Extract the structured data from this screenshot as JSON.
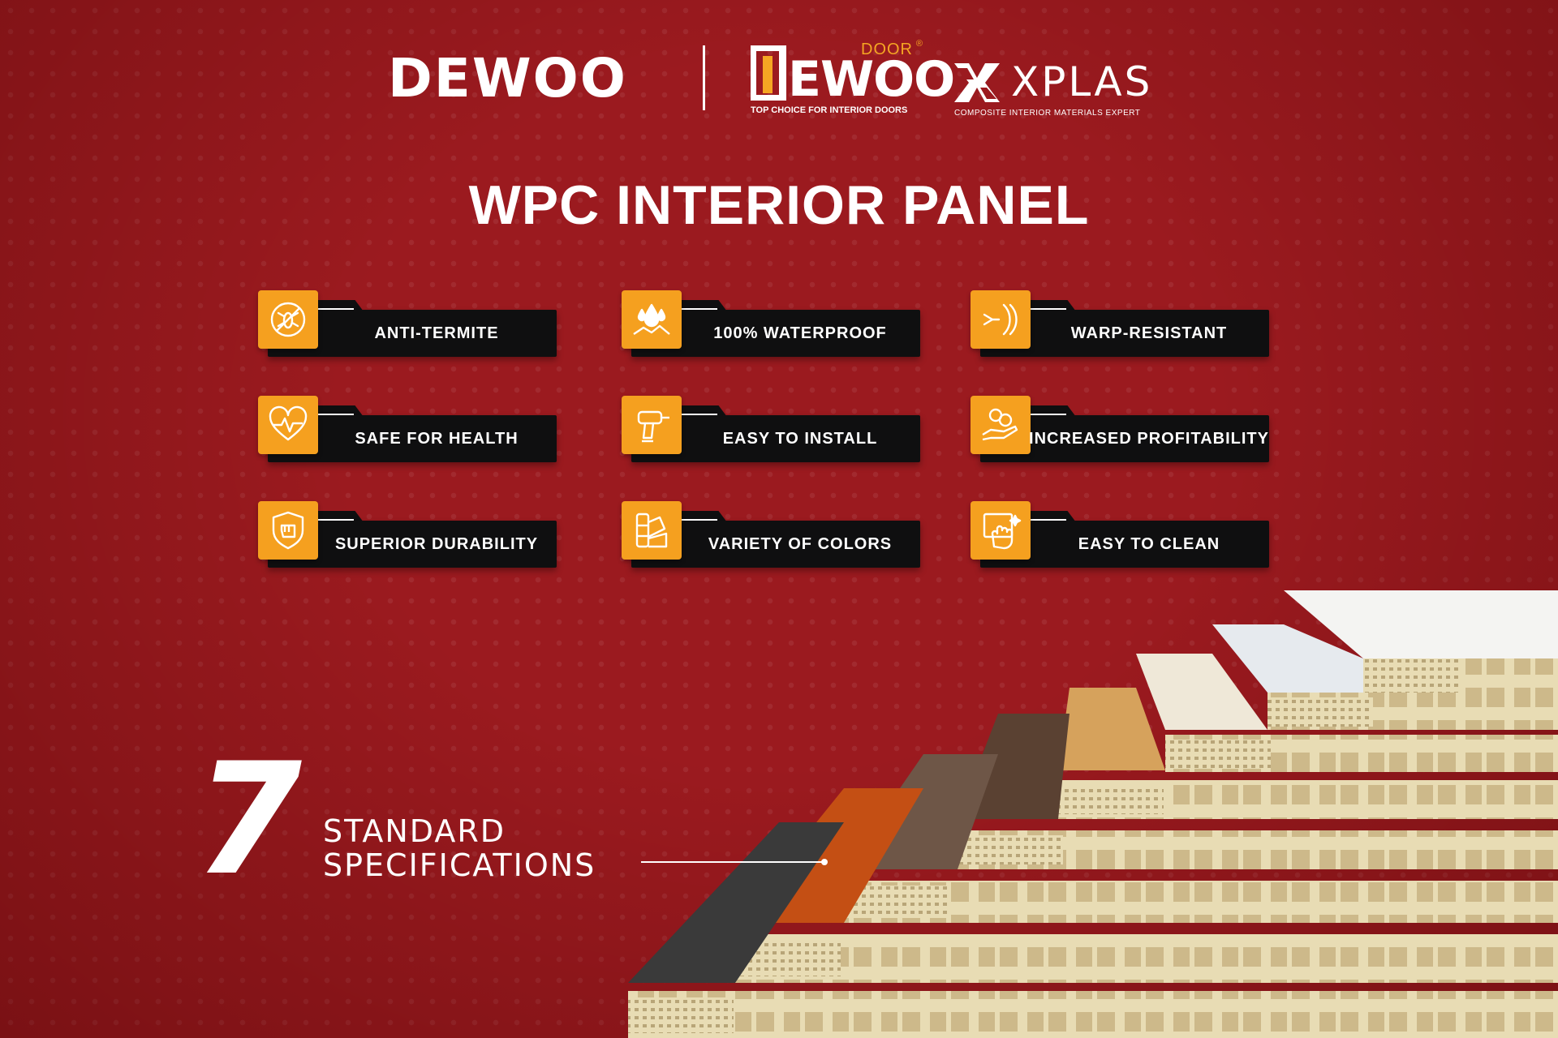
{
  "brands": {
    "dewoo": "DEWOO",
    "dewoo_door": {
      "word": "DOOR",
      "registered": "®",
      "name": "EWOO",
      "tagline": "TOP CHOICE FOR INTERIOR DOORS"
    },
    "xplas": {
      "name": "XPLAS",
      "tagline": "COMPOSITE INTERIOR MATERIALS EXPERT"
    }
  },
  "title": "WPC INTERIOR PANEL",
  "features": [
    {
      "label": "ANTI-TERMITE",
      "icon": "no-termite-icon"
    },
    {
      "label": "100% WATERPROOF",
      "icon": "water-drops-icon"
    },
    {
      "label": "WARP-RESISTANT",
      "icon": "warp-arrows-icon"
    },
    {
      "label": "SAFE FOR HEALTH",
      "icon": "heart-pulse-icon"
    },
    {
      "label": "EASY TO INSTALL",
      "icon": "drill-icon"
    },
    {
      "label": "INCREASED PROFITABILITY",
      "icon": "money-hand-icon"
    },
    {
      "label": "SUPERIOR DURABILITY",
      "icon": "shield-fist-icon"
    },
    {
      "label": "VARIETY OF COLORS",
      "icon": "color-swatch-icon"
    },
    {
      "label": "EASY TO CLEAN",
      "icon": "clean-hand-icon"
    }
  ],
  "specs": {
    "count": "7",
    "line1": "STANDARD",
    "line2": "SPECIFICATIONS"
  },
  "colors": {
    "background": "#9b1a1f",
    "accent": "#f5a01f",
    "badge": "#0f0f10",
    "text": "#ffffff"
  }
}
